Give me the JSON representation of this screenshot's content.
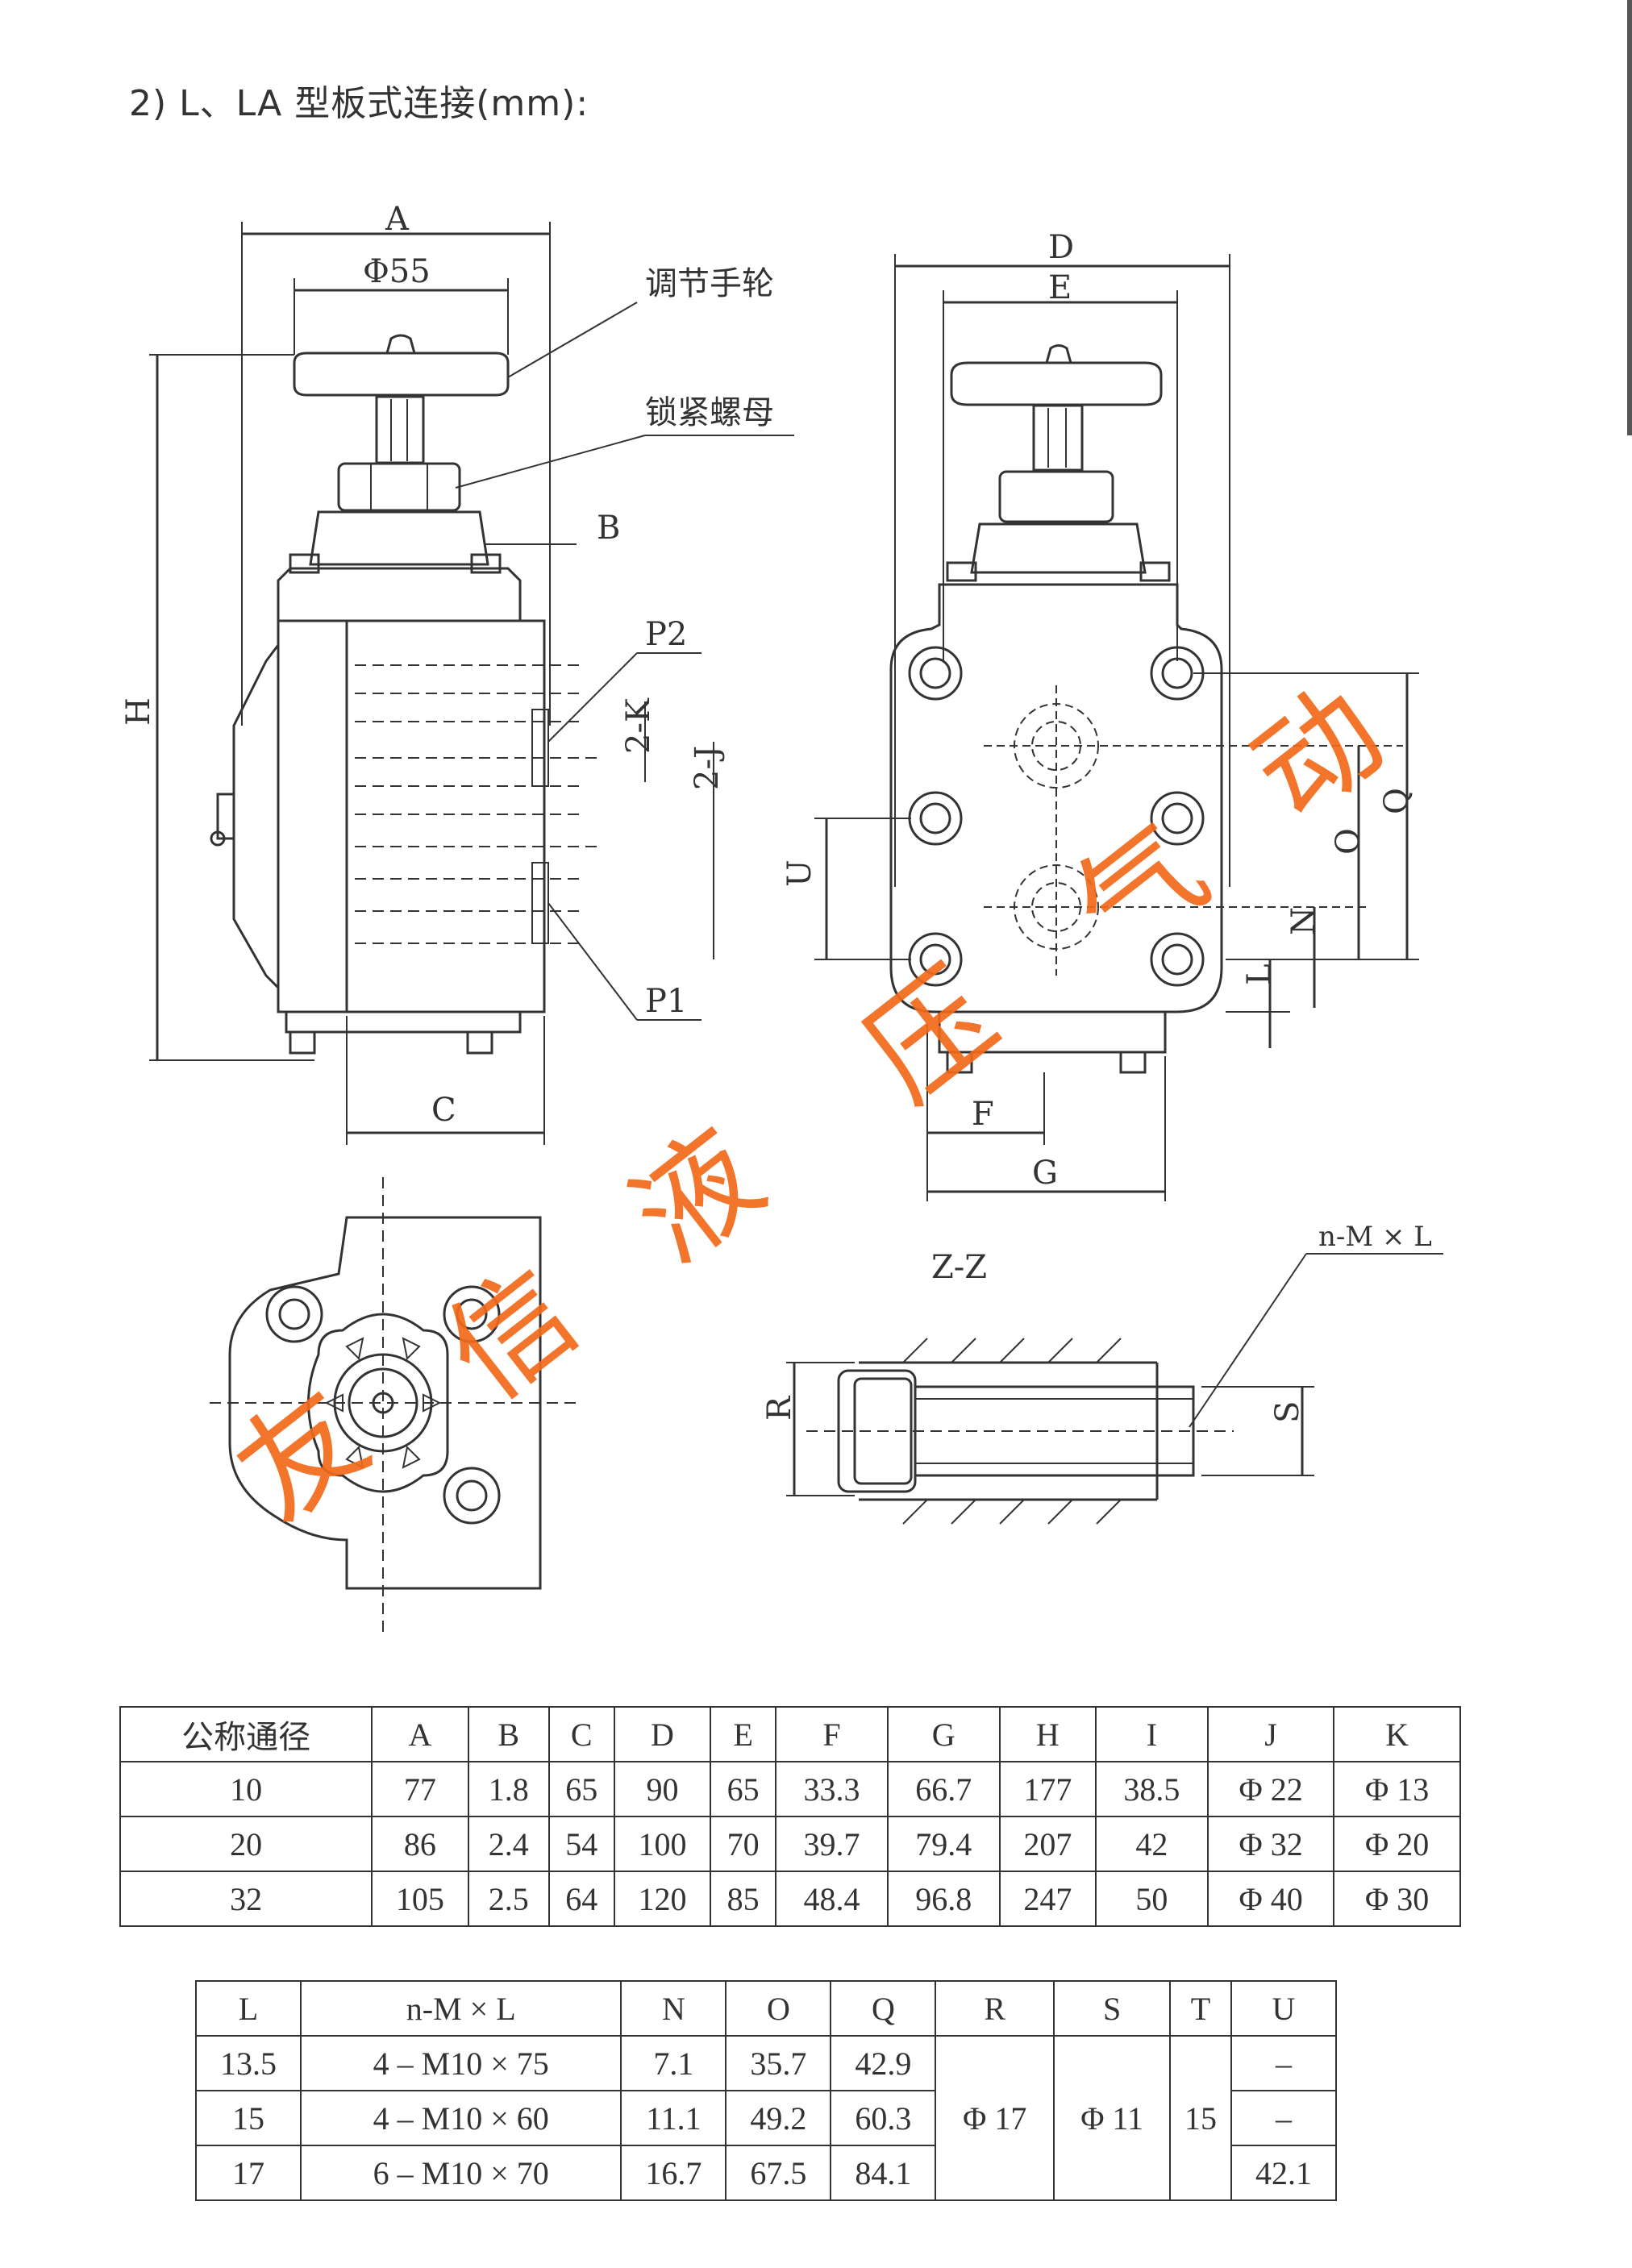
{
  "heading": "2) L、LA 型板式连接(mm):",
  "drawing_labels": {
    "A": "A",
    "phi55": "Φ55",
    "handwheel": "调节手轮",
    "locknut": "锁紧螺母",
    "B": "B",
    "P2": "P2",
    "K2": "2-K",
    "J2": "2-J",
    "H": "H",
    "P1": "P1",
    "C": "C",
    "D": "D",
    "E": "E",
    "Q": "Q",
    "O": "O",
    "N": "N",
    "L": "L",
    "U": "U",
    "F": "F",
    "G": "G",
    "ZZ": "Z-Z",
    "nML": "n-M × L",
    "R": "R",
    "S": "S"
  },
  "watermark": [
    "友",
    "信",
    "液",
    "压",
    "气",
    "动"
  ],
  "table1": {
    "headers": [
      "公称通径",
      "A",
      "B",
      "C",
      "D",
      "E",
      "F",
      "G",
      "H",
      "I",
      "J",
      "K"
    ],
    "rows": [
      [
        "10",
        "77",
        "1.8",
        "65",
        "90",
        "65",
        "33.3",
        "66.7",
        "177",
        "38.5",
        "Φ 22",
        "Φ 13"
      ],
      [
        "20",
        "86",
        "2.4",
        "54",
        "100",
        "70",
        "39.7",
        "79.4",
        "207",
        "42",
        "Φ 32",
        "Φ 20"
      ],
      [
        "32",
        "105",
        "2.5",
        "64",
        "120",
        "85",
        "48.4",
        "96.8",
        "247",
        "50",
        "Φ 40",
        "Φ 30"
      ]
    ]
  },
  "table2": {
    "headers": [
      "L",
      "n-M × L",
      "N",
      "O",
      "Q",
      "R",
      "S",
      "T",
      "U"
    ],
    "rows": [
      [
        "13.5",
        "4 – M10 × 75",
        "7.1",
        "35.7",
        "42.9",
        "–"
      ],
      [
        "15",
        "4 – M10 × 60",
        "11.1",
        "49.2",
        "60.3",
        "–"
      ],
      [
        "17",
        "6 – M10 × 70",
        "16.7",
        "67.5",
        "84.1",
        "42.1"
      ]
    ],
    "merged": {
      "R": "Φ 17",
      "S": "Φ 11",
      "T": "15"
    }
  }
}
